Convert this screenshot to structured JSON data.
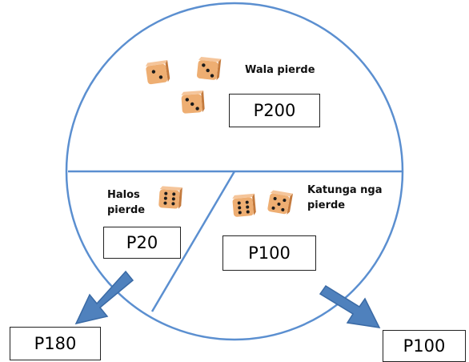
{
  "colors": {
    "circle": "#5b8fd0",
    "arrow_fill": "#4f81bd",
    "arrow_stroke": "#3a6aa5",
    "die_face": "#eeae72",
    "die_side": "#c47a3d",
    "pip": "#1b1b1b"
  },
  "sections": {
    "top": {
      "label": "Wala pierde",
      "amount": "P200",
      "dice_count": 3
    },
    "left": {
      "label_line1": "Halos",
      "label_line2": "pierde",
      "amount": "P20",
      "dice_count": 1
    },
    "right": {
      "label_line1": "Katunga nga",
      "label_line2": "pierde",
      "amount": "P100",
      "dice_count": 2
    }
  },
  "outputs": {
    "left": {
      "amount": "P180"
    },
    "right": {
      "amount": "P100"
    }
  },
  "icons": [
    "dice-icon",
    "arrow-down-left-icon",
    "arrow-down-right-icon"
  ]
}
